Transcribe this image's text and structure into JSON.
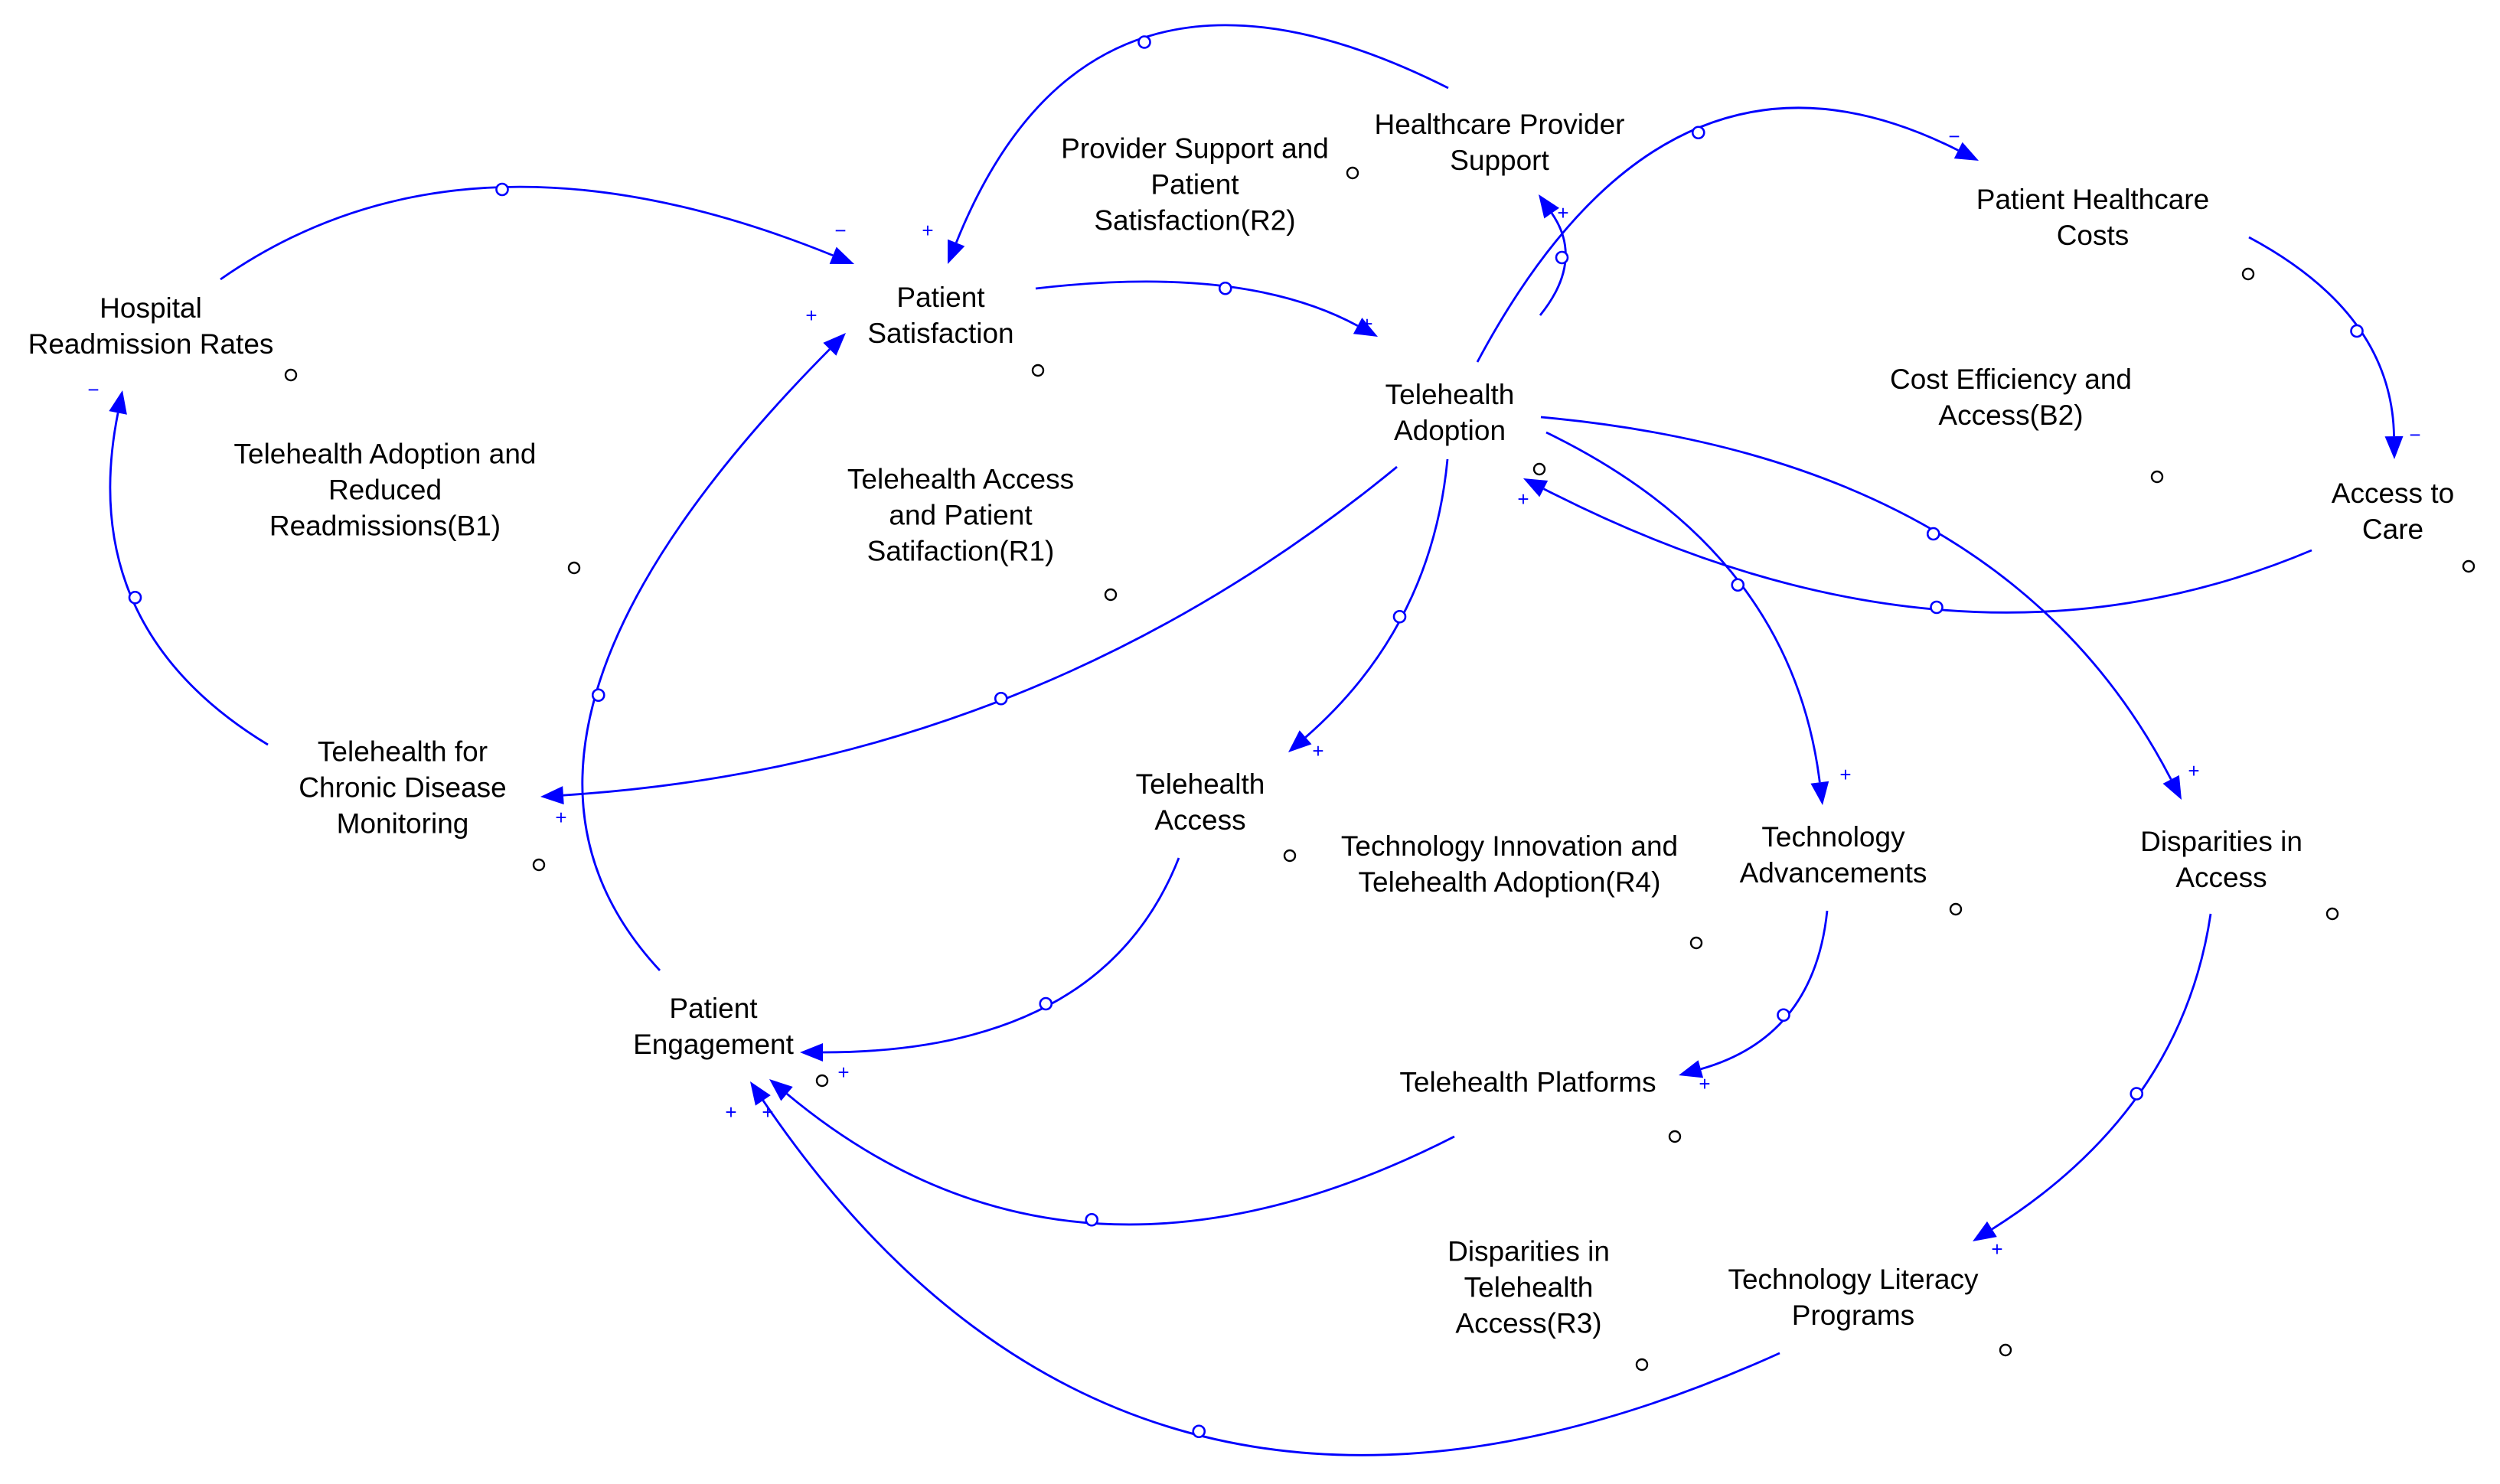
{
  "diagram": {
    "type": "causal-loop-diagram",
    "colors": {
      "link": "#0000ff",
      "text": "#000000",
      "background": "#ffffff"
    },
    "variables": [
      {
        "id": "hospital_readmission_rates",
        "label": "Hospital\nReadmission Rates"
      },
      {
        "id": "patient_satisfaction",
        "label": "Patient\nSatisfaction"
      },
      {
        "id": "healthcare_provider_support",
        "label": "Healthcare Provider\nSupport"
      },
      {
        "id": "telehealth_adoption",
        "label": "Telehealth\nAdoption"
      },
      {
        "id": "patient_healthcare_costs",
        "label": "Patient Healthcare\nCosts"
      },
      {
        "id": "access_to_care",
        "label": "Access to\nCare"
      },
      {
        "id": "telehealth_chronic_disease_monitoring",
        "label": "Telehealth for\nChronic Disease\nMonitoring"
      },
      {
        "id": "telehealth_access",
        "label": "Telehealth\nAccess"
      },
      {
        "id": "technology_advancements",
        "label": "Technology\nAdvancements"
      },
      {
        "id": "disparities_in_access",
        "label": "Disparities in\nAccess"
      },
      {
        "id": "patient_engagement",
        "label": "Patient\nEngagement"
      },
      {
        "id": "telehealth_platforms",
        "label": "Telehealth Platforms"
      },
      {
        "id": "technology_literacy_programs",
        "label": "Technology Literacy\nPrograms"
      }
    ],
    "loops": [
      {
        "id": "B1",
        "label": "Telehealth Adoption and\nReduced\nReadmissions(B1)"
      },
      {
        "id": "R1",
        "label": "Telehealth Access\nand Patient\nSatifaction(R1)"
      },
      {
        "id": "R2",
        "label": "Provider Support and\nPatient\nSatisfaction(R2)"
      },
      {
        "id": "B2",
        "label": "Cost Efficiency and\nAccess(B2)"
      },
      {
        "id": "R4",
        "label": "Technology Innovation and\nTelehealth Adoption(R4)"
      },
      {
        "id": "R3",
        "label": "Disparities in\nTelehealth\nAccess(R3)"
      }
    ],
    "links": [
      {
        "from": "hospital_readmission_rates",
        "to": "patient_satisfaction",
        "polarity": "−"
      },
      {
        "from": "healthcare_provider_support",
        "to": "patient_satisfaction",
        "polarity": "+"
      },
      {
        "from": "patient_satisfaction",
        "to": "telehealth_adoption",
        "polarity": "+"
      },
      {
        "from": "telehealth_adoption",
        "to": "healthcare_provider_support",
        "polarity": "+"
      },
      {
        "from": "telehealth_adoption",
        "to": "patient_healthcare_costs",
        "polarity": "−"
      },
      {
        "from": "patient_healthcare_costs",
        "to": "access_to_care",
        "polarity": "−"
      },
      {
        "from": "access_to_care",
        "to": "telehealth_adoption",
        "polarity": "+"
      },
      {
        "from": "telehealth_chronic_disease_monitoring",
        "to": "hospital_readmission_rates",
        "polarity": "−"
      },
      {
        "from": "telehealth_adoption",
        "to": "telehealth_chronic_disease_monitoring",
        "polarity": "+"
      },
      {
        "from": "telehealth_adoption",
        "to": "telehealth_access",
        "polarity": "+"
      },
      {
        "from": "telehealth_adoption",
        "to": "technology_advancements",
        "polarity": "+"
      },
      {
        "from": "telehealth_adoption",
        "to": "disparities_in_access",
        "polarity": "+"
      },
      {
        "from": "patient_engagement",
        "to": "patient_satisfaction",
        "polarity": "+"
      },
      {
        "from": "telehealth_access",
        "to": "patient_engagement",
        "polarity": "+"
      },
      {
        "from": "technology_advancements",
        "to": "telehealth_platforms",
        "polarity": "+"
      },
      {
        "from": "telehealth_platforms",
        "to": "patient_engagement",
        "polarity": "+"
      },
      {
        "from": "disparities_in_access",
        "to": "technology_literacy_programs",
        "polarity": "+"
      },
      {
        "from": "technology_literacy_programs",
        "to": "patient_engagement",
        "polarity": "+"
      }
    ]
  }
}
